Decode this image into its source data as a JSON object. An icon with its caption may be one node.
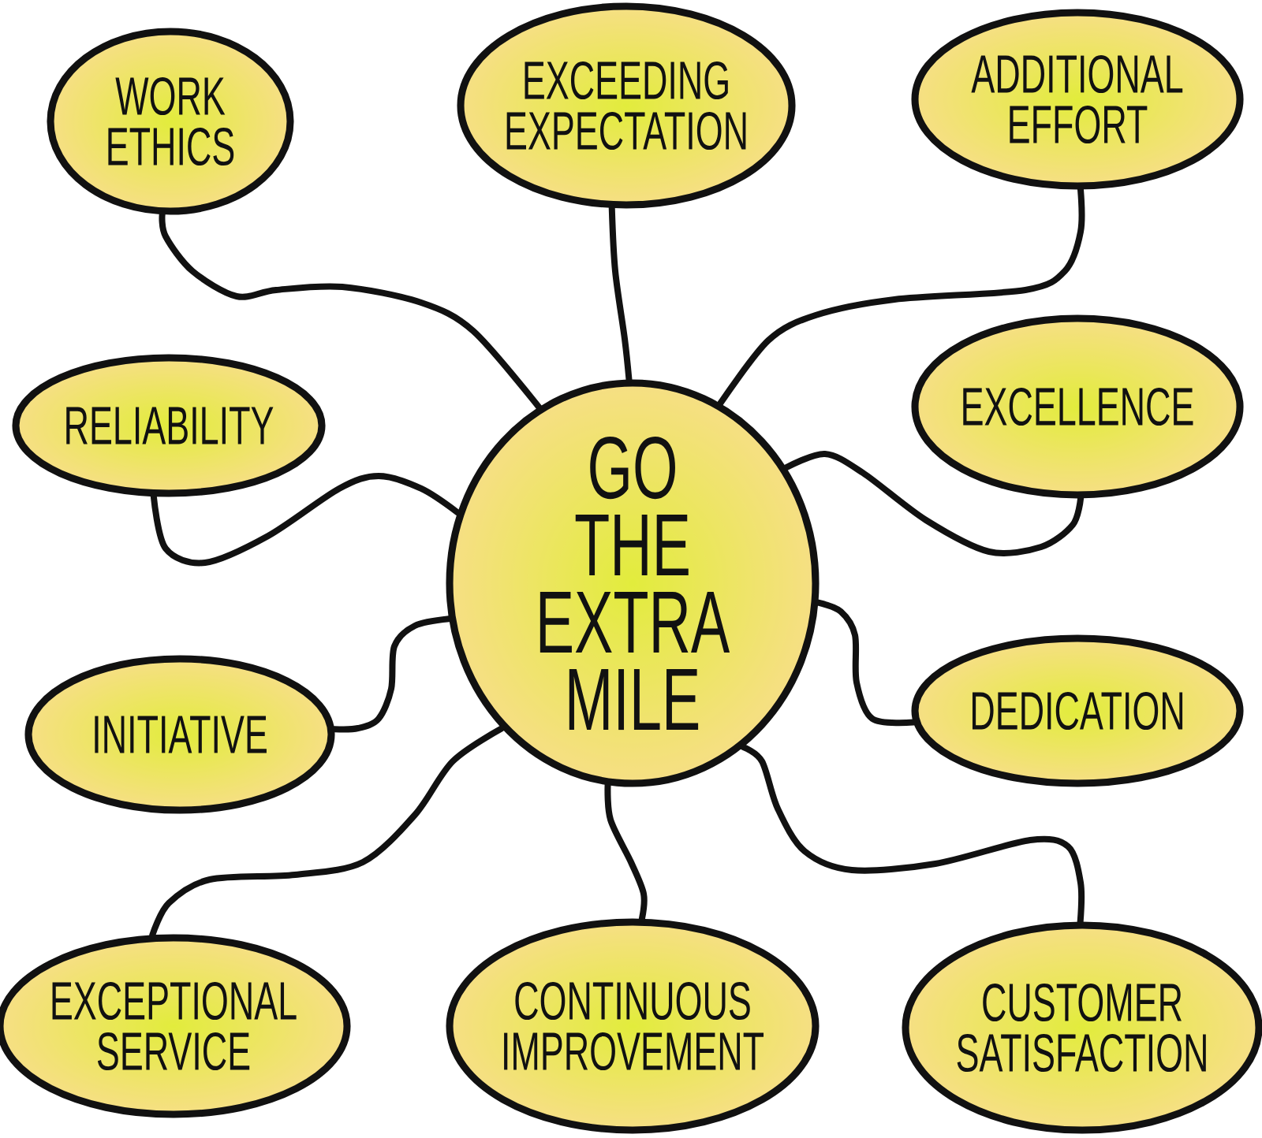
{
  "diagram": {
    "nodes": [
      {
        "text": [
          "GO THE EXTRA MILE"
        ]
      },
      {
        "text": [
          "WORK ETHICS"
        ]
      },
      {
        "text": [
          "EXCEEDING EXPECTATION"
        ]
      },
      {
        "text": [
          "ADDITIONAL EFFORT"
        ]
      },
      {
        "text": [
          "RELIABILITY"
        ]
      },
      {
        "text": [
          "EXCELLENCE"
        ]
      },
      {
        "text": [
          "INITIATIVE"
        ]
      },
      {
        "text": [
          "DEDICATION"
        ]
      },
      {
        "text": [
          "EXCEPTIONAL SERVICE"
        ]
      },
      {
        "text": [
          "CONTINUOUS IMPROVEMENT"
        ]
      },
      {
        "text": [
          "CUSTOMER SATISFACTION"
        ]
      }
    ],
    "edges": [
      {
        "from": 0,
        "to": 1,
        "arrow": "none"
      },
      {
        "from": 0,
        "to": 2,
        "arrow": "none"
      },
      {
        "from": 0,
        "to": 3,
        "arrow": "none"
      },
      {
        "from": 0,
        "to": 4,
        "arrow": "none"
      },
      {
        "from": 0,
        "to": 5,
        "arrow": "none"
      },
      {
        "from": 0,
        "to": 6,
        "arrow": "none"
      },
      {
        "from": 0,
        "to": 7,
        "arrow": "none"
      },
      {
        "from": 0,
        "to": 8,
        "arrow": "none"
      },
      {
        "from": 0,
        "to": 9,
        "arrow": "none"
      },
      {
        "from": 0,
        "to": 10,
        "arrow": "none"
      }
    ]
  }
}
